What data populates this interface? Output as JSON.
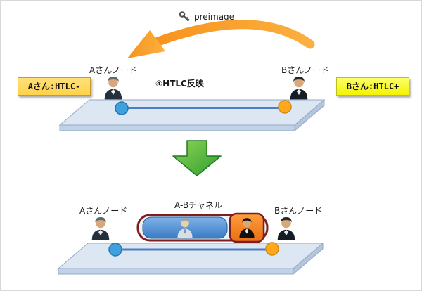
{
  "top": {
    "preimage_label": "preimage",
    "a_node_label": "Aさんノード",
    "step_label": "④HTLC反映",
    "b_node_label": "Bさんノード",
    "a_box_label": "Aさん:HTLC-",
    "b_box_label": "Bさん:HTLC+"
  },
  "bottom": {
    "a_node_label": "Aさんノード",
    "channel_label": "A-Bチャネル",
    "b_node_label": "Bさんノード"
  },
  "icons": {
    "key": "key-icon",
    "person_a": "person-a-icon",
    "person_b": "person-b-icon",
    "orange_curved_arrow": "curved-arrow-icon",
    "green_down_arrow": "down-arrow-icon"
  },
  "colors": {
    "a_box_bg": "#ffd24a",
    "b_box_bg": "#f4f400",
    "arrow_orange": "#f7941d",
    "arrow_green": "#3aa53a",
    "platform_fill": "#dde7f3",
    "platform_edge": "#93a9c7",
    "node_dot_blue": "#3fa0e0",
    "node_dot_orange": "#ffa81e",
    "channel_line": "#4d7fbe",
    "channel_border_red": "#7e1e1e",
    "channel_blue": "#4a86c8",
    "channel_orange": "#ef7c1a"
  }
}
